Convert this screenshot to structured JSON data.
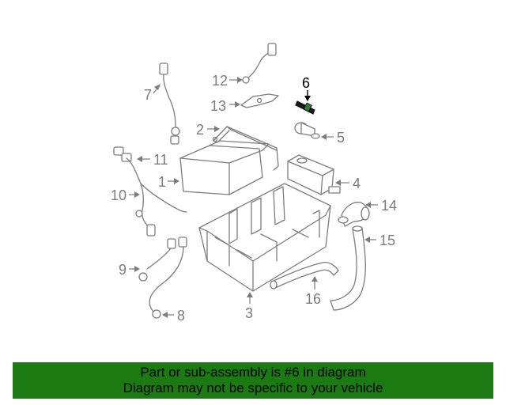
{
  "callouts": {
    "c1": "1",
    "c2": "2",
    "c3": "3",
    "c4": "4",
    "c5": "5",
    "c6": "6",
    "c7": "7",
    "c8": "8",
    "c9": "9",
    "c10": "10",
    "c11": "11",
    "c12": "12",
    "c13": "13",
    "c14": "14",
    "c15": "15",
    "c16": "16"
  },
  "highlighted_part": "6",
  "banner": {
    "line1": "Part or sub-assembly is #6 in diagram",
    "line2": "Diagram may not be specific to your vehicle"
  },
  "colors": {
    "banner_bg": "#1b7a12",
    "line_art": "#7c7c7c",
    "highlight": "#000000"
  }
}
